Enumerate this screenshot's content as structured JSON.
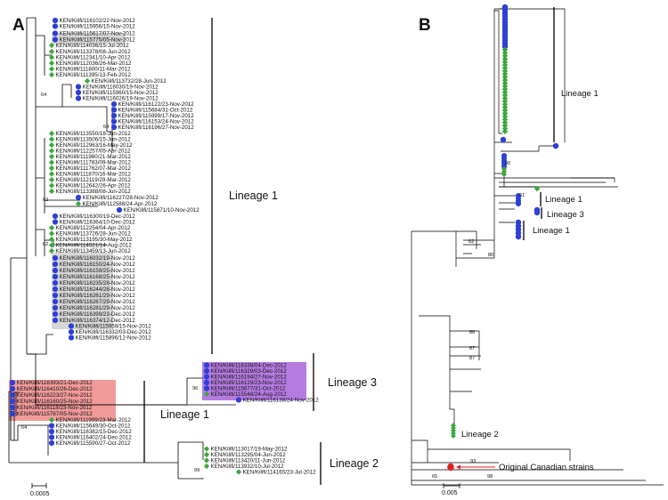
{
  "panel_a": {
    "label": "A",
    "scale_label": "0.0005",
    "lineage_labels": [
      "Lineage 1",
      "Lineage 3",
      "Lineage 1",
      "Lineage 2"
    ],
    "leaves": [
      {
        "label": "KEN/Kilifi/116102/22-Nov-2012",
        "marker": "circle"
      },
      {
        "label": "KEN/Kilifi/115956/15-Nov-2012",
        "marker": "circle"
      },
      {
        "label": "KEN/Kilifi/115617/07-Nov-2012",
        "marker": "circle"
      },
      {
        "label": "KEN/Kilifi/115775/05-Nov-2012",
        "marker": "circle"
      },
      {
        "label": "KEN/Kilifi/114036/15-Jul-2012",
        "marker": "diamond"
      },
      {
        "label": "KEN/Kilifi/113378/08-Jun-2012",
        "marker": "diamond"
      },
      {
        "label": "KEN/Kilifi/112341/10-Apr-2012",
        "marker": "diamond"
      },
      {
        "label": "KEN/Kilifi/112036/26-Mar-2012",
        "marker": "diamond"
      },
      {
        "label": "KEN/Kilifi/111800/11-Mar-2012",
        "marker": "diamond"
      },
      {
        "label": "KEN/Kilifi/111395/13-Feb-2012",
        "marker": "diamond"
      },
      {
        "label": "KEN/Kilifi/113732/28-Jun-2012",
        "marker": "diamond"
      },
      {
        "label": "KEN/Kilifi/116030/19-Nov-2012",
        "marker": "circle"
      },
      {
        "label": "KEN/Kilifi/115960/15-Nov-2012",
        "marker": "circle"
      },
      {
        "label": "KEN/Kilifi/116026/19-Nov-2012",
        "marker": "circle"
      },
      {
        "label": "KEN/Kilifi/116122/23-Nov-2012",
        "marker": "circle"
      },
      {
        "label": "KEN/Kilifi/115684/31-Oct-2012",
        "marker": "circle"
      },
      {
        "label": "KEN/Kilifi/115999/17-Nov-2012",
        "marker": "circle"
      },
      {
        "label": "KEN/Kilifi/116153/24-Nov-2012",
        "marker": "circle"
      },
      {
        "label": "KEN/Kilifi/116196/27-Nov-2012",
        "marker": "circle"
      },
      {
        "label": "KEN/Kilifi/113550/18-Jun-2012",
        "marker": "diamond"
      },
      {
        "label": "KEN/Kilifi/113506/15-Jun-2012",
        "marker": "diamond"
      },
      {
        "label": "KEN/Kilifi/112963/16-May-2012",
        "marker": "diamond"
      },
      {
        "label": "KEN/Kilifi/112257/05-Apr-2012",
        "marker": "diamond"
      },
      {
        "label": "KEN/Kilifi/111960/21-Mar-2012",
        "marker": "diamond"
      },
      {
        "label": "KEN/Kilifi/111783/09-Mar-2012",
        "marker": "diamond"
      },
      {
        "label": "KEN/Kilifi/111762/07-Mar-2012",
        "marker": "diamond"
      },
      {
        "label": "KEN/Kilifi/111870/16-Mar-2012",
        "marker": "diamond"
      },
      {
        "label": "KEN/Kilifi/112119/29-Mar-2012",
        "marker": "diamond"
      },
      {
        "label": "KEN/Kilifi/112642/26-Apr-2012",
        "marker": "diamond"
      },
      {
        "label": "KEN/Kilifi/113388/08-Jun-2012",
        "marker": "diamond"
      },
      {
        "label": "KEN/Kilifi/116227/28-Nov-2012",
        "marker": "circle"
      },
      {
        "label": "KEN/Kilifi/112588/24-Apr-2012",
        "marker": "diamond"
      },
      {
        "label": "KEN/Kilifi/115871/10-Nov-2012",
        "marker": "circle"
      },
      {
        "label": "KEN/Kilifi/116300/19-Dec-2012",
        "marker": "circle"
      },
      {
        "label": "KEN/Kilifi/116364/10-Dec-2012",
        "marker": "circle"
      },
      {
        "label": "KEN/Kilifi/112254/04-Apr-2012",
        "marker": "diamond"
      },
      {
        "label": "KEN/Kilifi/113726/28-Jun-2012",
        "marker": "diamond"
      },
      {
        "label": "KEN/Kilifi/113195/30-May-2012",
        "marker": "diamond"
      },
      {
        "label": "KEN/Kilifi/114521/14-Aug-2012",
        "marker": "diamond"
      },
      {
        "label": "KEN/Kilifi/113459/13-Jun-2012",
        "marker": "diamond"
      },
      {
        "label": "KEN/Kilifi/116032/19-Nov-2012",
        "marker": "circle"
      },
      {
        "label": "KEN/Kilifi/116150/24-Nov-2012",
        "marker": "circle"
      },
      {
        "label": "KEN/Kilifi/116159/25-Nov-2012",
        "marker": "circle"
      },
      {
        "label": "KEN/Kilifi/116168/25-Nov-2012",
        "marker": "circle"
      },
      {
        "label": "KEN/Kilifi/116235/28-Nov-2012",
        "marker": "circle"
      },
      {
        "label": "KEN/Kilifi/116244/28-Nov-2012",
        "marker": "circle"
      },
      {
        "label": "KEN/Kilifi/116261/29-Nov-2012",
        "marker": "circle"
      },
      {
        "label": "KEN/Kilifi/116267/29-Nov-2012",
        "marker": "circle"
      },
      {
        "label": "KEN/Kilifi/116281/29-Nov-2012",
        "marker": "circle"
      },
      {
        "label": "KEN/Kilifi/116399/23-Dec-2012",
        "marker": "circle"
      },
      {
        "label": "KEN/Kilifi/116374/12-Dec-2012",
        "marker": "circle"
      },
      {
        "label": "KEN/Kilifi/115959/15-Nov-2012",
        "marker": "circle"
      },
      {
        "label": "KEN/Kilifi/116332/03-Dec-2012",
        "marker": "circle"
      },
      {
        "label": "KEN/Kilifi/115896/12-Nov-2012",
        "marker": "circle"
      },
      {
        "label": "KEN/Kilifi/116338/04-Dec-2012",
        "marker": "circle"
      },
      {
        "label": "KEN/Kilifi/116329/03-Dec-2012",
        "marker": "circle"
      },
      {
        "label": "KEN/Kilifi/116194/27-Nov-2012",
        "marker": "circle"
      },
      {
        "label": "KEN/Kilifi/116129/23-Nov-2012",
        "marker": "circle"
      },
      {
        "label": "KEN/Kilifi/115677/31-Oct-2012",
        "marker": "circle"
      },
      {
        "label": "KEN/Kilifi/115548/24-Aug-2012",
        "marker": "diamond"
      },
      {
        "label": "KEN/Kilifi/116138/24-Nov-2012",
        "marker": "circle"
      },
      {
        "label": "KEN/Kilifi/116393/21-Dec-2012",
        "marker": "circle"
      },
      {
        "label": "KEN/Kilifi/116410/26-Dec-2012",
        "marker": "circle"
      },
      {
        "label": "KEN/Kilifi/116223/27-Nov-2012",
        "marker": "circle"
      },
      {
        "label": "KEN/Kilifi/116160/25-Nov-2012",
        "marker": "circle"
      },
      {
        "label": "KEN/Kilifi/116118/23-Nov-2012",
        "marker": "circle"
      },
      {
        "label": "KEN/Kilifi/115787/05-Nov-2012",
        "marker": "circle"
      },
      {
        "label": "KEN/Kilifi/111999/23-Mar-2012",
        "marker": "diamond"
      },
      {
        "label": "KEN/Kilifi/115649/30-Oct-2012",
        "marker": "circle"
      },
      {
        "label": "KEN/Kilifi/116382/15-Dec-2012",
        "marker": "circle"
      },
      {
        "label": "KEN/Kilifi/116402/24-Dec-2012",
        "marker": "circle"
      },
      {
        "label": "KEN/Kilifi/115590/27-Oct-2012",
        "marker": "circle"
      },
      {
        "label": "KEN/Kilifi/113017/19-May-2012",
        "marker": "diamond"
      },
      {
        "label": "KEN/Kilifi/113295/04-Jun-2012",
        "marker": "diamond"
      },
      {
        "label": "KEN/Kilifi/113420/11-Jun-2012",
        "marker": "diamond"
      },
      {
        "label": "KEN/Kilifi/113932/10-Jul-2012",
        "marker": "diamond"
      },
      {
        "label": "KEN/Kilifi/114165/23-Jul-2012",
        "marker": "diamond"
      }
    ],
    "bootstrap_values": [
      "64",
      "64",
      "62",
      "62",
      "96",
      "64",
      "99"
    ]
  },
  "panel_b": {
    "label": "B",
    "scale_label": "0.005",
    "lineage_labels": [
      "Lineage 1",
      "Lineage 1",
      "Lineage 3",
      "Lineage 1",
      "Lineage 2"
    ],
    "annotation": "Original Canadian strains",
    "bootstrap_values": [
      "61",
      "90",
      "62",
      "80",
      "86",
      "87",
      "87",
      "93",
      "65",
      "98"
    ]
  },
  "colors": {
    "circle": "#2c3fd6",
    "diamond": "#3aa83a",
    "canadian": "#e02020",
    "highlight_grey": "#d6d6d6",
    "highlight_purple": "#b57be0",
    "highlight_red": "#f19a9a"
  }
}
